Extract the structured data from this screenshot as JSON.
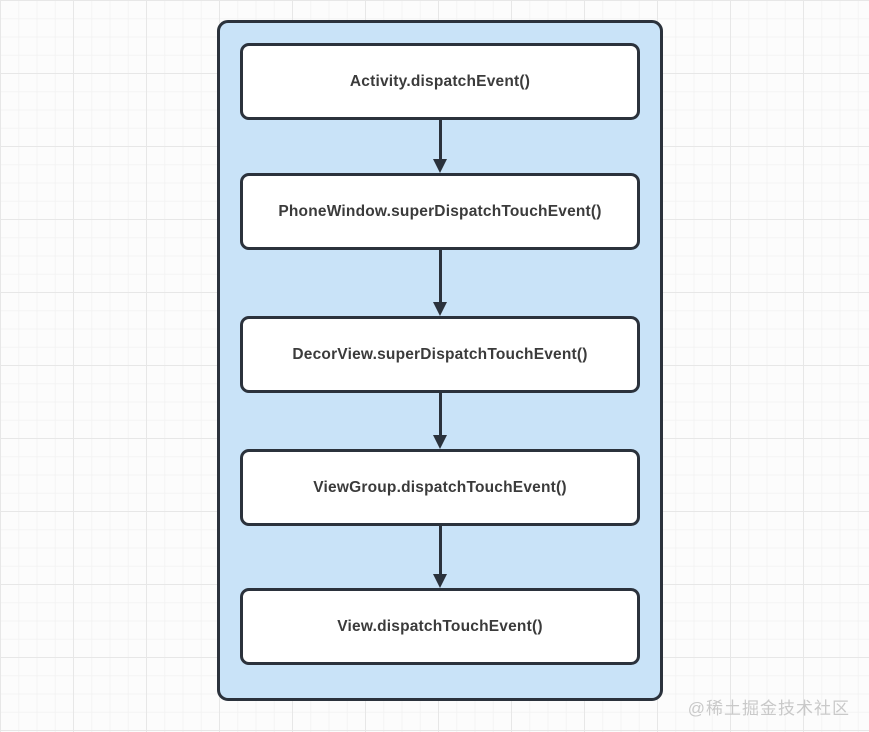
{
  "diagram": {
    "type": "flowchart",
    "description": "Android touch event dispatch flow, five nodes connected top-to-bottom by arrows inside a rounded light-blue container",
    "nodes": [
      {
        "id": "activity-dispatch-event",
        "label": "Activity.dispatchEvent()"
      },
      {
        "id": "phonewindow-super-dispatch-touch",
        "label": "PhoneWindow.superDispatchTouchEvent()"
      },
      {
        "id": "decorview-super-dispatch-touch",
        "label": "DecorView.superDispatchTouchEvent()"
      },
      {
        "id": "viewgroup-dispatch-touch-event",
        "label": "ViewGroup.dispatchTouchEvent()"
      },
      {
        "id": "view-dispatch-touch-event",
        "label": "View.dispatchTouchEvent()"
      }
    ],
    "edges": [
      {
        "from": "activity-dispatch-event",
        "to": "phonewindow-super-dispatch-touch"
      },
      {
        "from": "phonewindow-super-dispatch-touch",
        "to": "decorview-super-dispatch-touch"
      },
      {
        "from": "decorview-super-dispatch-touch",
        "to": "viewgroup-dispatch-touch-event"
      },
      {
        "from": "viewgroup-dispatch-touch-event",
        "to": "view-dispatch-touch-event"
      }
    ]
  },
  "colors": {
    "container_fill": "#c9e3f8",
    "border": "#2b323c",
    "node_fill": "#ffffff",
    "text": "#3b3b3b",
    "watermark": "#c9c9c9"
  },
  "watermark": {
    "text": "@稀土掘金技术社区"
  }
}
